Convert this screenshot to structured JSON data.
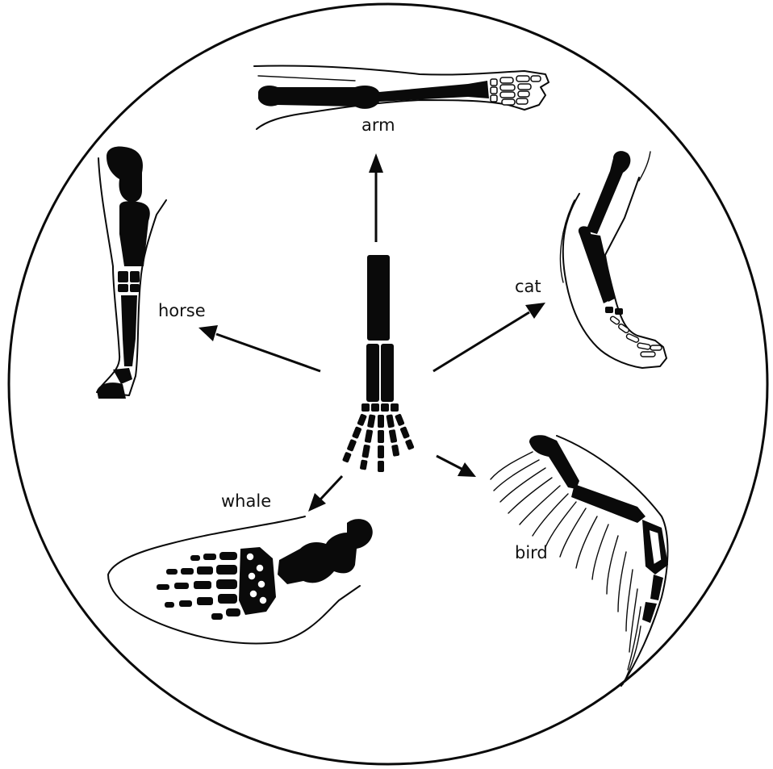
{
  "labels": {
    "arm": "arm",
    "cat": "cat",
    "horse": "horse",
    "whale": "whale",
    "bird": "bird"
  }
}
